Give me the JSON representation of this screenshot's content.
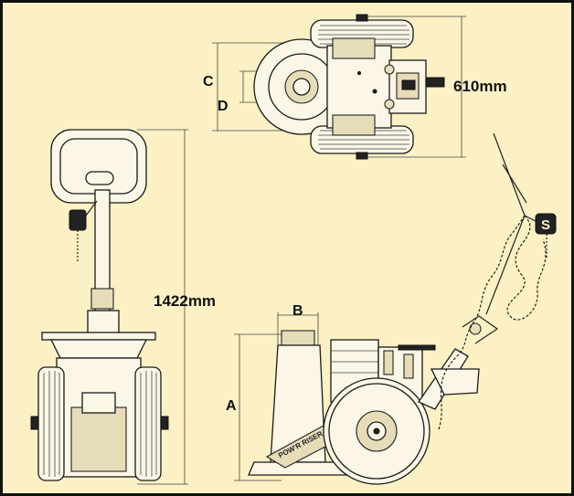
{
  "dimensions": {
    "label_a": "A",
    "label_b": "B",
    "label_c": "C",
    "label_d": "D",
    "width_label": "610mm",
    "height_label": "1422mm"
  },
  "logo": {
    "text": "POW'R RISER"
  },
  "colors": {
    "background": "#fcf1c4",
    "border": "#111111",
    "line": "#222222"
  }
}
